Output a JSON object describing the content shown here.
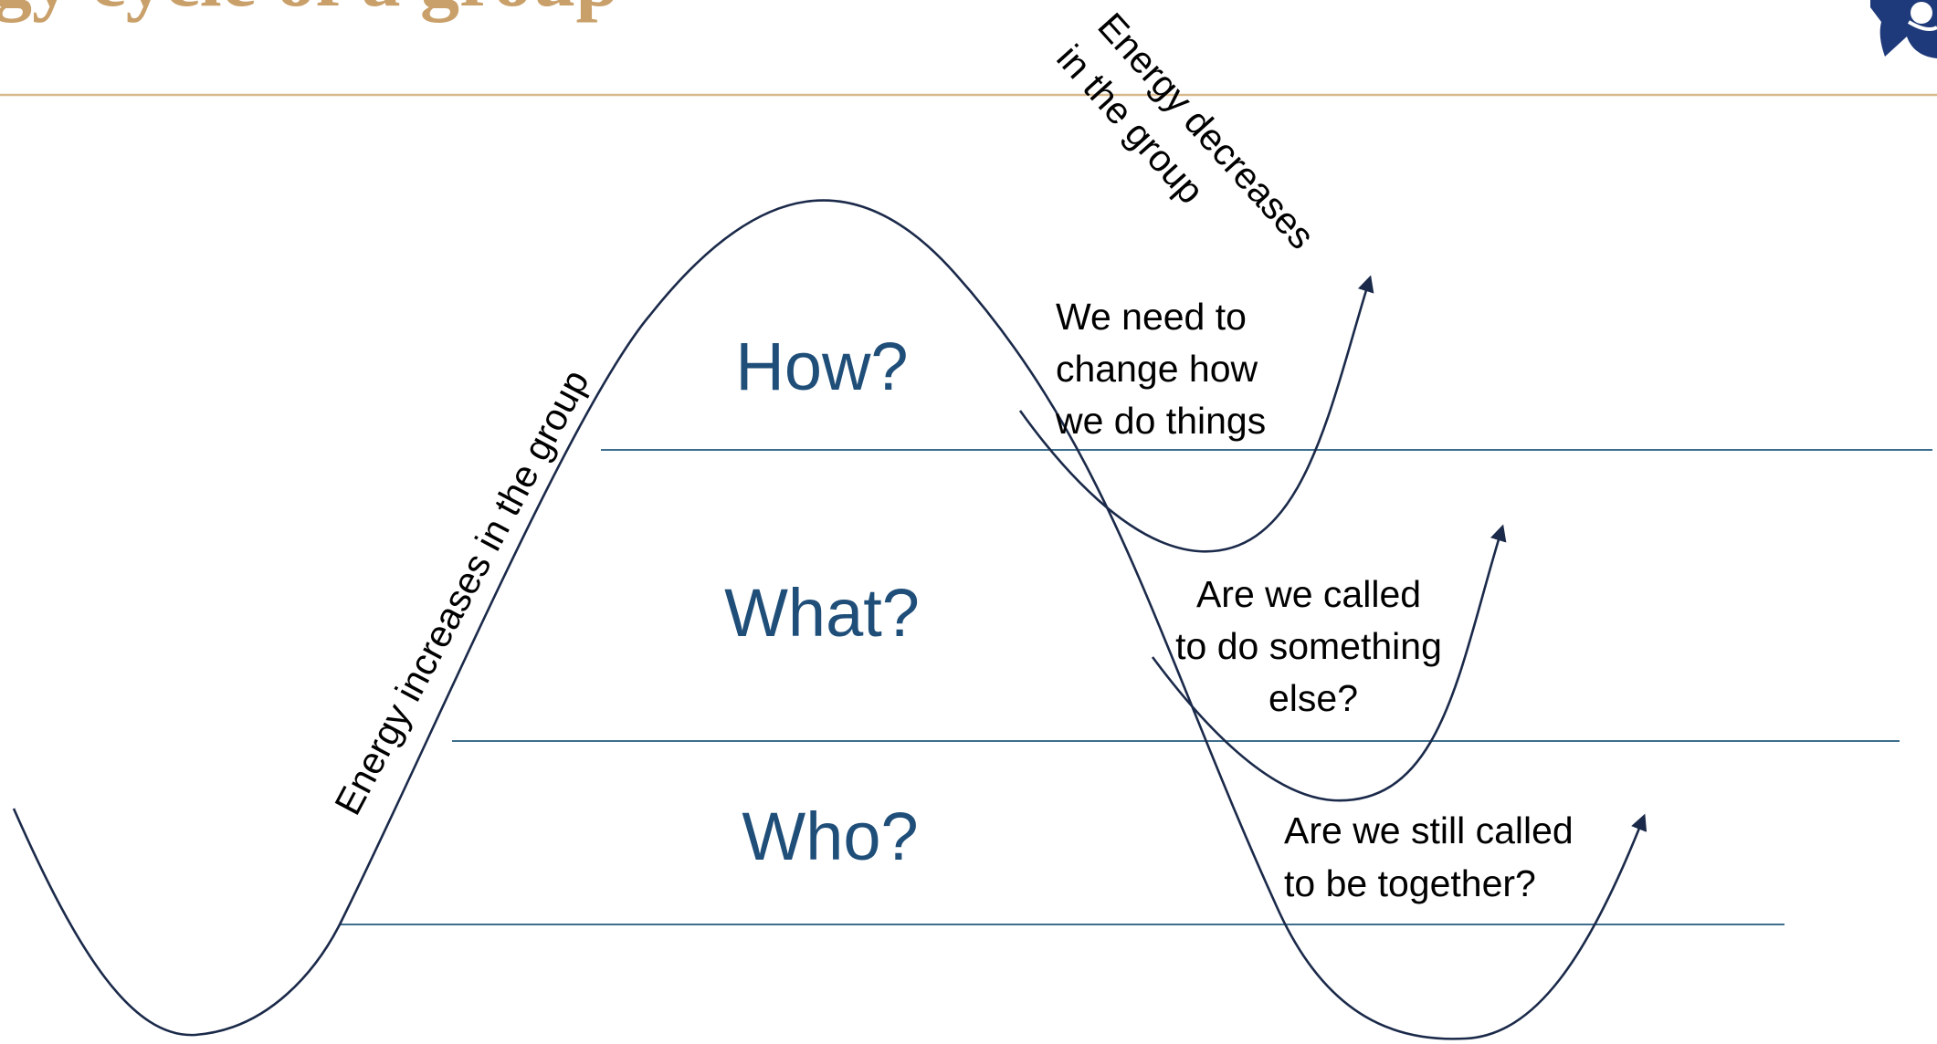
{
  "colors": {
    "title": "#C9A06A",
    "title_rule": "#D9B98C",
    "accent_blue": "#1F4E79",
    "curve": "#1B2A4A",
    "band_line": "#3E6E8E",
    "text": "#000000",
    "logo": "#1F3A7A"
  },
  "header": {
    "title_text": "gy cycle of a group",
    "logo_icon": "group-logo-icon"
  },
  "questions": {
    "how": "How?",
    "what": "What?",
    "who": "Who?"
  },
  "energy": {
    "increases": "Energy increases in the group",
    "decreases_line1": "Energy decreases",
    "decreases_line2": "in the group"
  },
  "notes": {
    "change_line1": "We need to",
    "change_line2": "change how",
    "change_line3": "we do things",
    "called_line1": "Are we called",
    "called_line2": "to do something",
    "called_line3": "else?",
    "together_line1": "Are we still called",
    "together_line2": "to be together?"
  }
}
